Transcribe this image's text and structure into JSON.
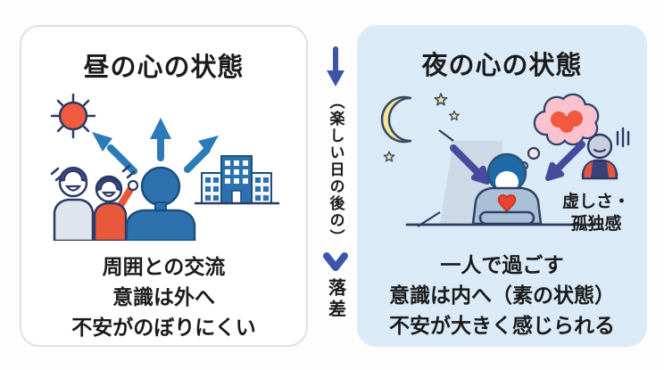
{
  "left_panel": {
    "title": "昼の心の状態",
    "lines": [
      "周囲との交流",
      "意識は外へ",
      "不安がのぼりにくい"
    ],
    "bg": "#ffffff",
    "border": "#dbe1e8"
  },
  "divider": {
    "vertical_text": "（楽しい日の後の）",
    "label": "落差",
    "arrow_color": "#3d55a8"
  },
  "right_panel": {
    "title": "夜の心の状態",
    "caption_lines": [
      "虚しさ・",
      "孤独感"
    ],
    "lines": [
      "一人で過ごす",
      "意識は内へ（素の状態）",
      "不安が大きく感じられる"
    ],
    "bg": "#daeaf7"
  },
  "colors": {
    "day_arrow": "#2b7bb9",
    "night_arrow": "#474b9b",
    "divider_arrow": "#3d55a8",
    "sun": "#f15b40",
    "moon": "#f5e893",
    "heart": "#e8432c",
    "thought_bubble": "#f9c2cc",
    "thought_blob": "#f0583f",
    "person_day": "#2d72ae",
    "sweater_night": "#a9c0d6",
    "outline": "#2c3a64"
  },
  "icons": {
    "day": [
      "sun-icon",
      "outward-arrows-icon",
      "friends-icon",
      "person-back-icon",
      "building-icon"
    ],
    "divider": [
      "down-arrow-icon",
      "chevron-down-icon"
    ],
    "night": [
      "moon-icon",
      "stars-icon",
      "thought-bubble-icon",
      "room-corner-icon",
      "inward-arrows-icon",
      "person-at-desk-icon",
      "heart-icon",
      "lonely-person-icon",
      "gloom-lines-icon"
    ]
  }
}
